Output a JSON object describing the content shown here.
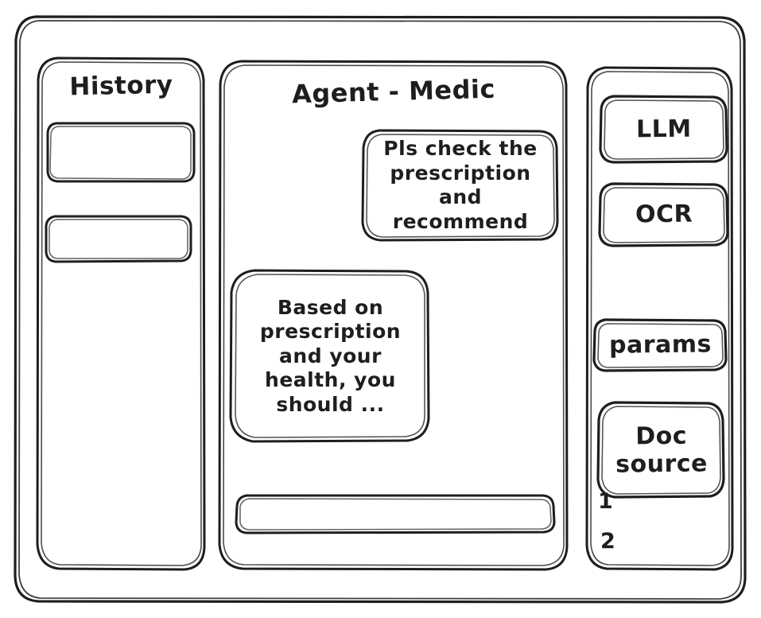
{
  "theme": {
    "background": "#ffffff",
    "stroke": "#1e1e1e",
    "panel_fill": "#ffffff"
  },
  "app": {
    "style": "hand-drawn wireframe"
  },
  "sidebar_left": {
    "title": "History",
    "items": [
      {
        "label": ""
      },
      {
        "label": ""
      }
    ]
  },
  "main": {
    "title": "Agent - Medic",
    "messages": [
      {
        "role": "user",
        "text": "Pls check the\nprescription\nand recommend"
      },
      {
        "role": "agent",
        "text": "Based on\nprescription\nand your\nhealth, you\nshould ..."
      }
    ],
    "composer": {
      "value": "",
      "placeholder": ""
    }
  },
  "sidebar_right": {
    "tools": [
      {
        "label": "LLM"
      },
      {
        "label": "OCR"
      },
      {
        "label": "params"
      },
      {
        "label": "Doc\nsource"
      }
    ],
    "doc_sources": [
      {
        "label": "1"
      },
      {
        "label": "2"
      }
    ]
  }
}
